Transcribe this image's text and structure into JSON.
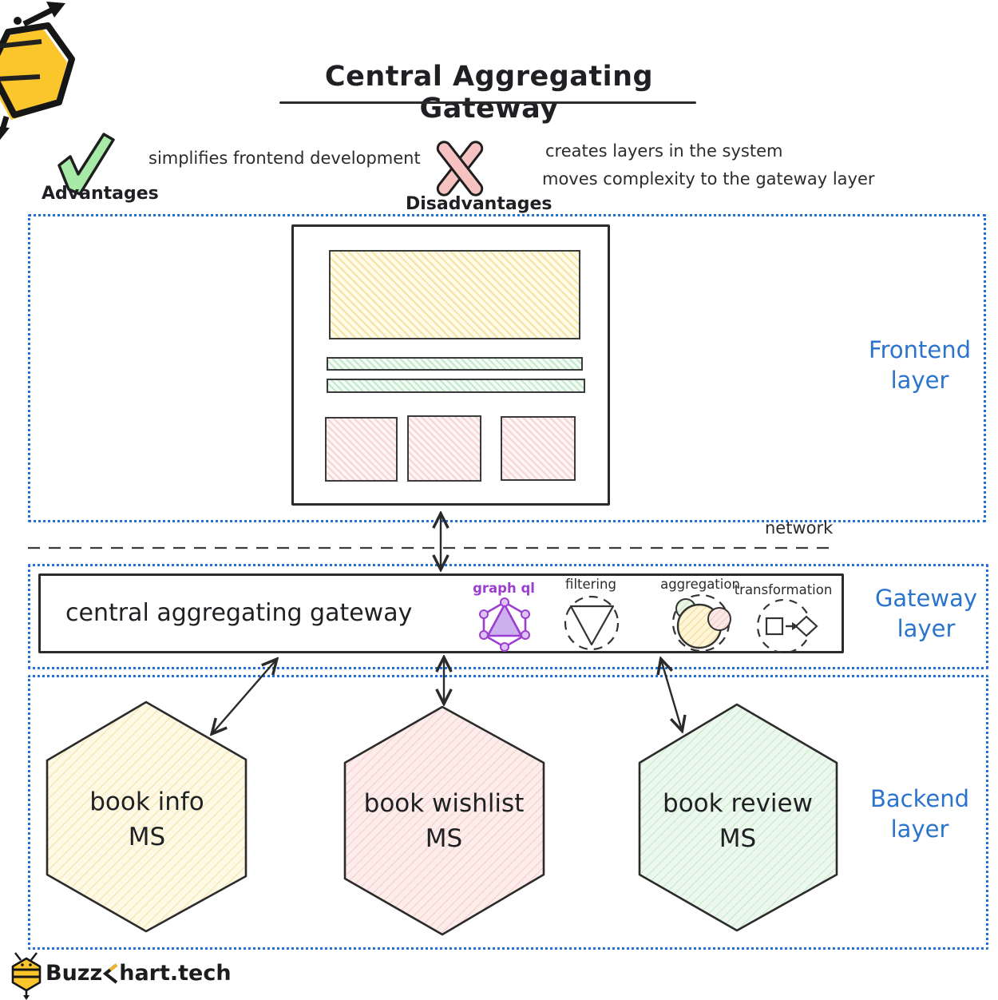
{
  "title": "Central Aggregating Gateway",
  "pros": {
    "label": "Advantages",
    "items": [
      "simplifies frontend development"
    ]
  },
  "cons": {
    "label": "Disadvantages",
    "items": [
      "creates layers in the system",
      "moves complexity to the gateway layer"
    ]
  },
  "network_label": "network",
  "layers": {
    "frontend": {
      "label": "Frontend layer"
    },
    "gateway": {
      "label": "Gateway layer"
    },
    "backend": {
      "label": "Backend layer"
    }
  },
  "gateway_bar": {
    "title": "central aggregating gateway",
    "capabilities": [
      {
        "id": "graphql",
        "label": "graph ql"
      },
      {
        "id": "filtering",
        "label": "filtering"
      },
      {
        "id": "aggregation",
        "label": "aggregation"
      },
      {
        "id": "transformation",
        "label": "transformation"
      }
    ]
  },
  "services": [
    {
      "name": "book info MS",
      "line1": "book info",
      "line2": "MS",
      "fill": "#fdf9e3"
    },
    {
      "name": "book wishlist MS",
      "line1": "book wishlist",
      "line2": "MS",
      "fill": "#fcecea"
    },
    {
      "name": "book review MS",
      "line1": "book review",
      "line2": "MS",
      "fill": "#eaf7eb"
    }
  ],
  "footer": {
    "brand": "BuzzChart.tech",
    "brand_prefix": "Buzz",
    "brand_suffix": "hart.tech"
  },
  "colors": {
    "layer_border_blue": "#2170d8",
    "layer_label_blue": "#2b74cd",
    "ink": "#2b2b2b",
    "graphql_purple": "#9c3fd0",
    "advantage_green": "#a7e9a7",
    "disadvantage_pink": "#f6c2c2",
    "bee_yellow": "#fbc62c"
  }
}
